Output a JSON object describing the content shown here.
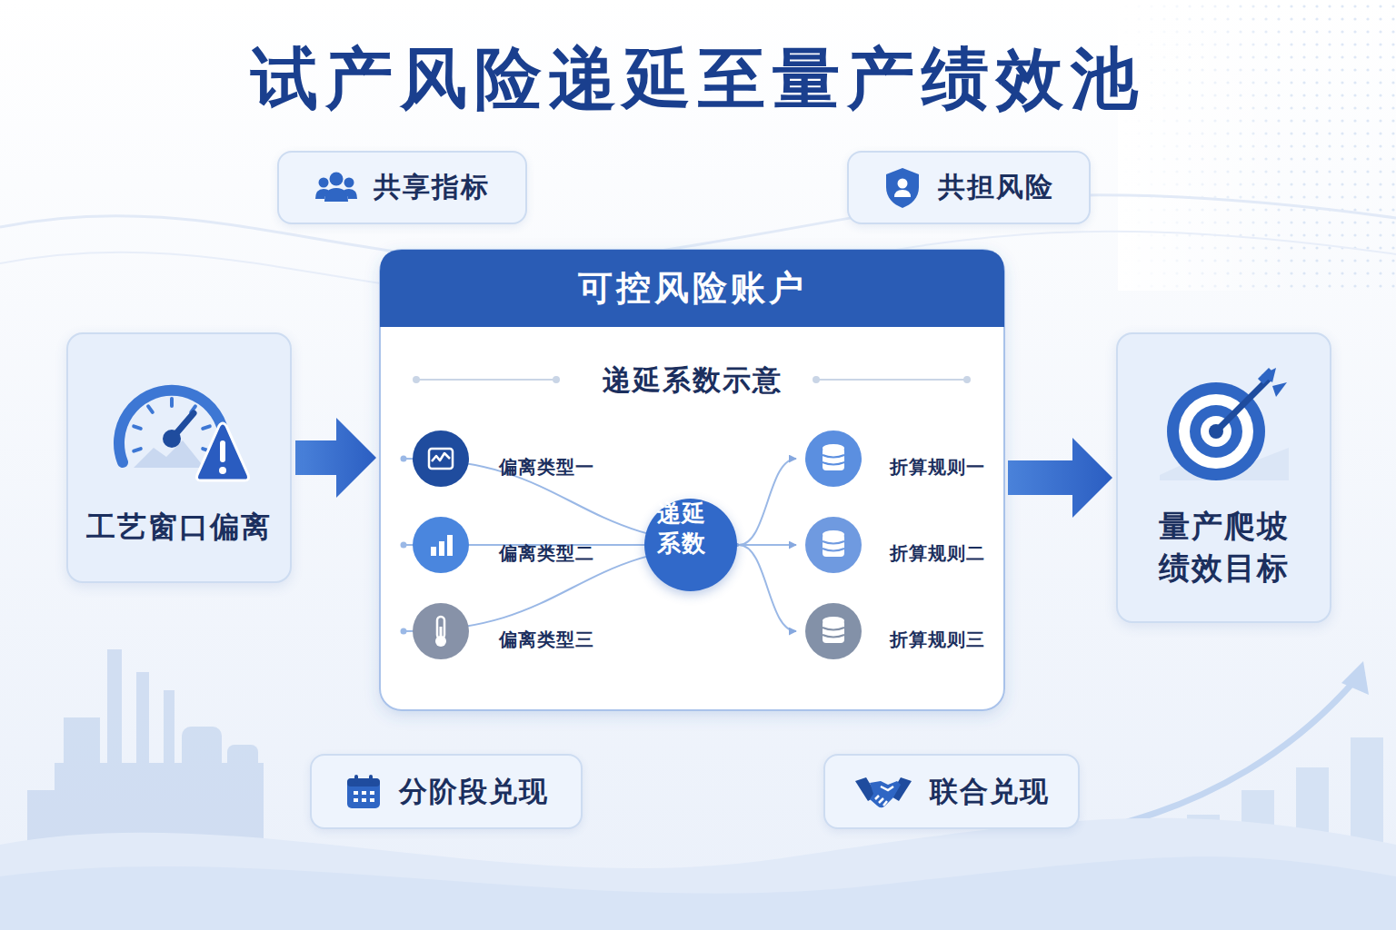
{
  "diagram": {
    "title": "试产风险递延至量产绩效池",
    "nodes": [
      {
        "text": [
          "共享指标"
        ]
      },
      {
        "text": [
          "共担风险"
        ]
      },
      {
        "text": [
          "工艺窗口偏离"
        ]
      },
      {
        "text": [
          "可控风险账户",
          "递延系数示意"
        ]
      },
      {
        "text": [
          "偏离类型一"
        ],
        "in": 3
      },
      {
        "text": [
          "偏离类型二"
        ],
        "in": 3
      },
      {
        "text": [
          "偏离类型三"
        ],
        "in": 3
      },
      {
        "text": [
          "递延 系数"
        ],
        "in": 3
      },
      {
        "text": [
          "折算规则一"
        ],
        "in": 3
      },
      {
        "text": [
          "折算规则二"
        ],
        "in": 3
      },
      {
        "text": [
          "折算规则三"
        ],
        "in": 3
      },
      {
        "text": [
          "量产爬坡 绩效目标"
        ]
      },
      {
        "text": [
          "分阶段兑现"
        ]
      },
      {
        "text": [
          "联合兑现"
        ]
      }
    ],
    "edges": [
      {
        "from": 2,
        "to": 3,
        "arrow": "to"
      },
      {
        "from": 4,
        "to": 7,
        "arrow": "to"
      },
      {
        "from": 5,
        "to": 7,
        "arrow": "to"
      },
      {
        "from": 6,
        "to": 7,
        "arrow": "to"
      },
      {
        "from": 7,
        "to": 8,
        "arrow": "to"
      },
      {
        "from": 7,
        "to": 9,
        "arrow": "to"
      },
      {
        "from": 7,
        "to": 10,
        "arrow": "to"
      },
      {
        "from": 3,
        "to": 11,
        "arrow": "to"
      }
    ]
  }
}
